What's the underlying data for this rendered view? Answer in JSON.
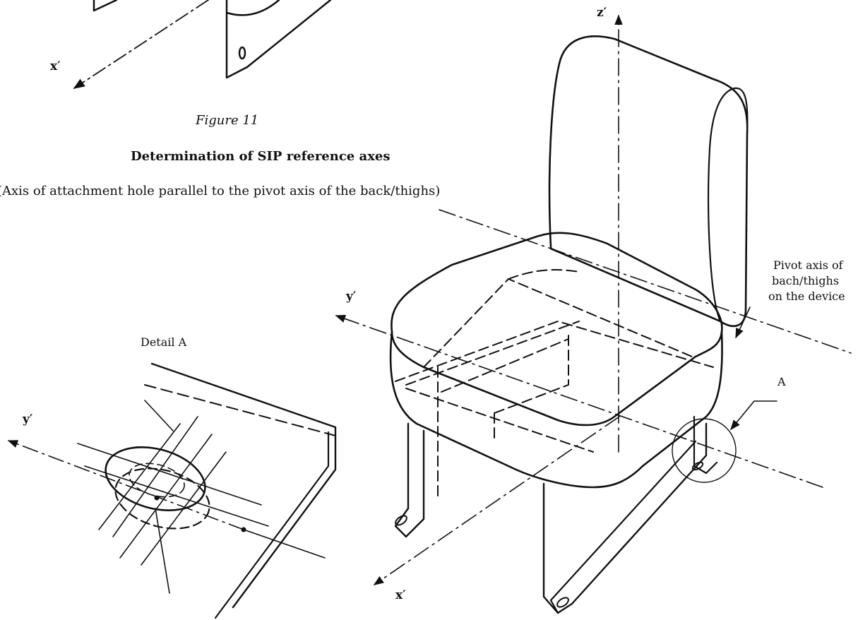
{
  "figure": {
    "title": "Figure 11",
    "subtitle": "Determination of SIP reference axes",
    "caption": "(Axis of attachment hole parallel to the pivot axis of the back/thighs)"
  },
  "labels": {
    "x_prime_top": "x′",
    "z_prime": "z′",
    "y_prime_main": "y′",
    "x_prime_main": "x′",
    "y_prime_detail": "y′",
    "detail_a": "Detail A",
    "callout_a": "A",
    "pivot_line1": "Pivot axis of",
    "pivot_line2": "bach/thighs",
    "pivot_line3": "on the device"
  }
}
